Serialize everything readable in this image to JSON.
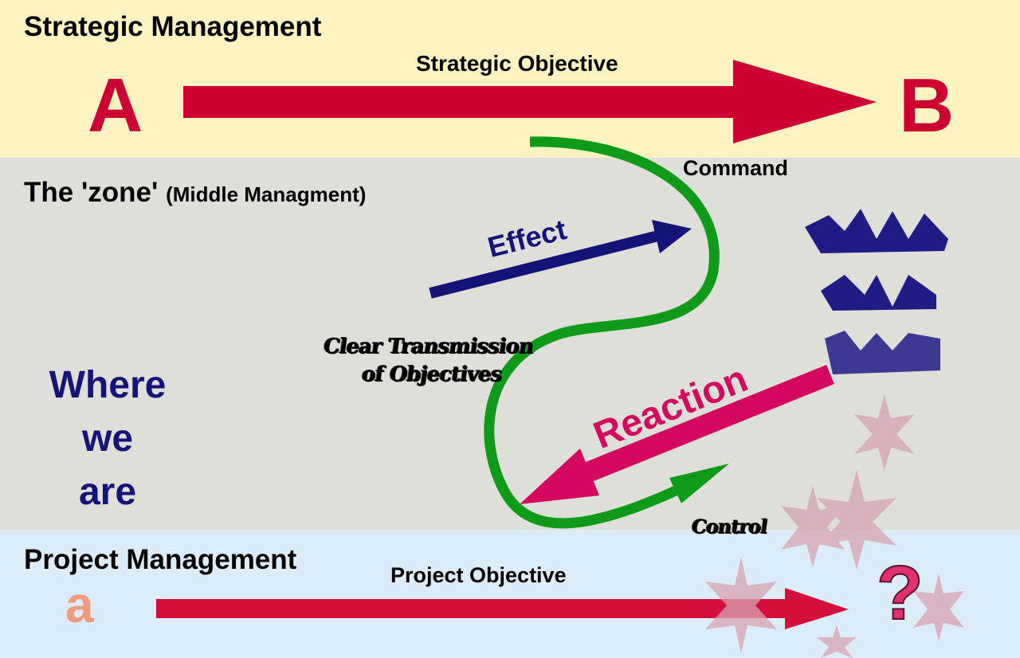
{
  "bands": {
    "strategic": {
      "title": "Strategic Management",
      "objective": "Strategic Objective",
      "start": "A",
      "end": "B"
    },
    "zone": {
      "title": "The 'zone'",
      "subtitle": "(Middle Managment)",
      "where": [
        "Where",
        "we",
        "are"
      ]
    },
    "project": {
      "title": "Project Management",
      "objective": "Project Objective",
      "start": "a",
      "end": "?"
    }
  },
  "labels": {
    "command": "Command",
    "effect": "Effect",
    "reaction": "Reaction",
    "transmission": [
      "Clear Transmission",
      "of Objectives"
    ],
    "control": "Control"
  },
  "colors": {
    "strategic_arrow": "#cc0033",
    "effect_arrow": "#141478",
    "reaction_arrow": "#d4085e",
    "path": "#109a1a",
    "where": "#141478",
    "small_a": "#f09a80"
  }
}
